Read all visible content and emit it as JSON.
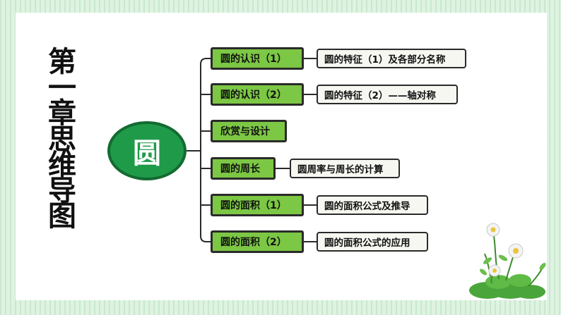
{
  "title": [
    "第",
    "一",
    "章",
    "思",
    "维",
    "导",
    "图"
  ],
  "center": "圆",
  "branches": [
    {
      "label": "圆的认识（1）",
      "detail": "圆的特征（1）及各部分名称"
    },
    {
      "label": "圆的认识（2）",
      "detail": "圆的特征（2）——轴对称"
    },
    {
      "label": "欣赏与设计",
      "detail": ""
    },
    {
      "label": "圆的周长",
      "detail": "圆周率与周长的计算"
    },
    {
      "label": "圆的面积（1）",
      "detail": "圆的面积公式及推导"
    },
    {
      "label": "圆的面积（2）",
      "detail": "圆的面积公式的应用"
    }
  ],
  "colors": {
    "hub": "#1f9a49",
    "branch": "#7cc744",
    "frame": "#dff3e2"
  },
  "decoration": "daisy-flower-plant"
}
